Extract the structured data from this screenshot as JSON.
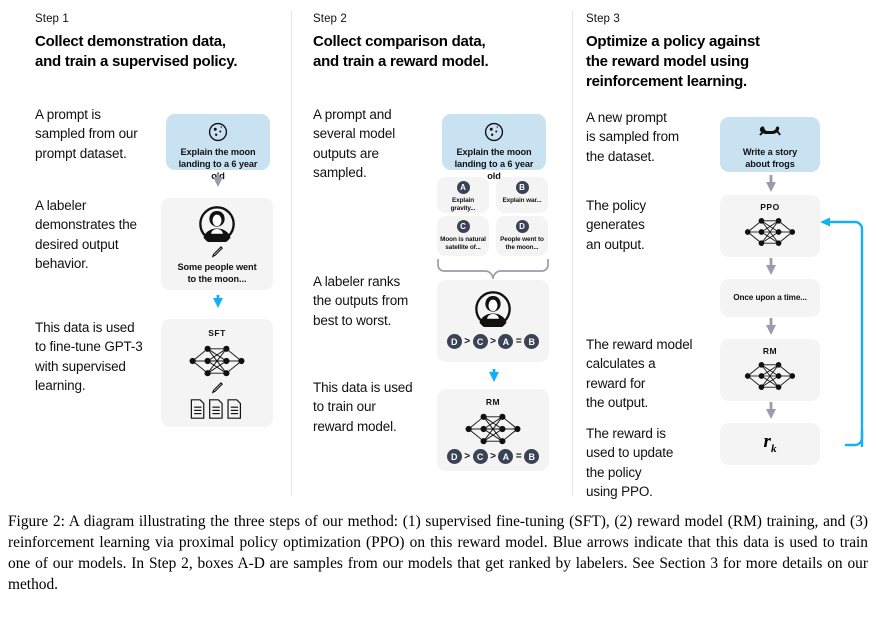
{
  "figure": {
    "caption": "Figure 2: A diagram illustrating the three steps of our method: (1) supervised fine-tuning (SFT), (2) reward model (RM) training, and (3) reinforcement learning via proximal policy optimization (PPO) on this reward model. Blue arrows indicate that this data is used to train one of our models. In Step 2, boxes A-D are samples from our models that get ranked by labelers. See Section 3 for more details on our method."
  },
  "colors": {
    "prompt_box": "#c9e2f2",
    "neutral_box": "#f4f4f4",
    "gray_arrow": "#9b9bb0",
    "blue_arrow": "#13b0f5",
    "badge": "#3b4255"
  },
  "steps": [
    {
      "label": "Step 1",
      "title": "Collect demonstration data,\nand train a supervised policy.",
      "descriptions": [
        "A prompt is\nsampled from our\nprompt dataset.",
        "A labeler\ndemonstrates the\ndesired output\nbehavior.",
        "This data is used\nto fine-tune GPT-3\nwith supervised\nlearning."
      ],
      "boxes": [
        {
          "icon": "moon-icon",
          "caption": "Explain the moon\nlanding to a 6 year old",
          "style": "blue"
        },
        {
          "icon": "labeler-avatar-icon",
          "caption": "Some people went\nto the moon...",
          "style": "neutral"
        },
        {
          "icon": "neural-network-icon",
          "title": "SFT",
          "caption": "",
          "style": "neutral"
        }
      ]
    },
    {
      "label": "Step 2",
      "title": "Collect comparison data,\nand train a reward model.",
      "descriptions": [
        "A prompt and\nseveral model\noutputs are\nsampled.",
        "A labeler ranks\nthe outputs from\nbest to worst.",
        "This data is used\nto train our\nreward model."
      ],
      "boxes": [
        {
          "icon": "moon-icon",
          "caption": "Explain the moon\nlanding to a 6 year old",
          "style": "blue"
        },
        {
          "icon": "labeler-avatar-icon",
          "caption": "",
          "style": "neutral"
        },
        {
          "icon": "neural-network-icon",
          "title": "RM",
          "caption": "",
          "style": "neutral"
        }
      ],
      "samples": [
        {
          "letter": "A",
          "text": "Explain gravity..."
        },
        {
          "letter": "B",
          "text": "Explain war..."
        },
        {
          "letter": "C",
          "text": "Moon is natural\nsatellite of..."
        },
        {
          "letter": "D",
          "text": "People went to\nthe moon..."
        }
      ],
      "ranking": [
        "D",
        ">",
        "C",
        ">",
        "A",
        "=",
        "B"
      ]
    },
    {
      "label": "Step 3",
      "title": "Optimize a policy against\nthe reward model using\nreinforcement learning.",
      "descriptions": [
        "A new prompt\nis sampled from\nthe dataset.",
        "The policy\ngenerates\nan output.",
        "The reward model\ncalculates a\nreward for\nthe output.",
        "The reward is\nused to update\nthe policy\nusing PPO."
      ],
      "boxes": [
        {
          "icon": "frog-icon",
          "caption": "Write a story\nabout frogs",
          "style": "blue"
        },
        {
          "icon": "neural-network-icon",
          "title": "PPO",
          "caption": "",
          "style": "neutral"
        },
        {
          "icon": "none",
          "caption": "Once upon a time...",
          "style": "neutral"
        },
        {
          "icon": "neural-network-icon",
          "title": "RM",
          "caption": "",
          "style": "neutral"
        },
        {
          "icon": "none",
          "caption": "",
          "formula": "r",
          "formula_sub": "k",
          "style": "neutral"
        }
      ]
    }
  ]
}
